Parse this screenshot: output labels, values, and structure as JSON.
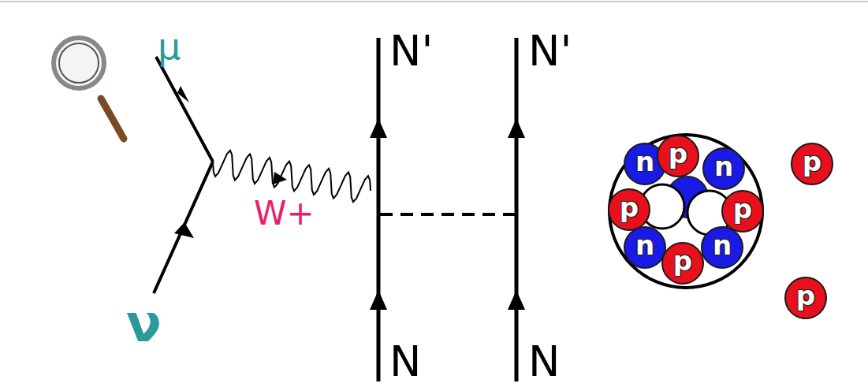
{
  "diagram": {
    "nodes": [
      {
        "text": [
          "n"
        ]
      },
      {
        "text": [
          "p"
        ]
      },
      {
        "text": [
          "n"
        ]
      },
      {
        "text": [
          "p"
        ]
      },
      {
        "text": [
          "p"
        ]
      },
      {
        "text": [
          "n"
        ]
      },
      {
        "text": [
          "p"
        ]
      },
      {
        "text": [
          "n"
        ]
      },
      {
        "text": [
          "p"
        ]
      },
      {
        "text": [
          "p"
        ]
      }
    ],
    "labels": [
      "μ",
      "ν",
      "W+",
      "N'",
      "N'",
      "N",
      "N"
    ]
  }
}
